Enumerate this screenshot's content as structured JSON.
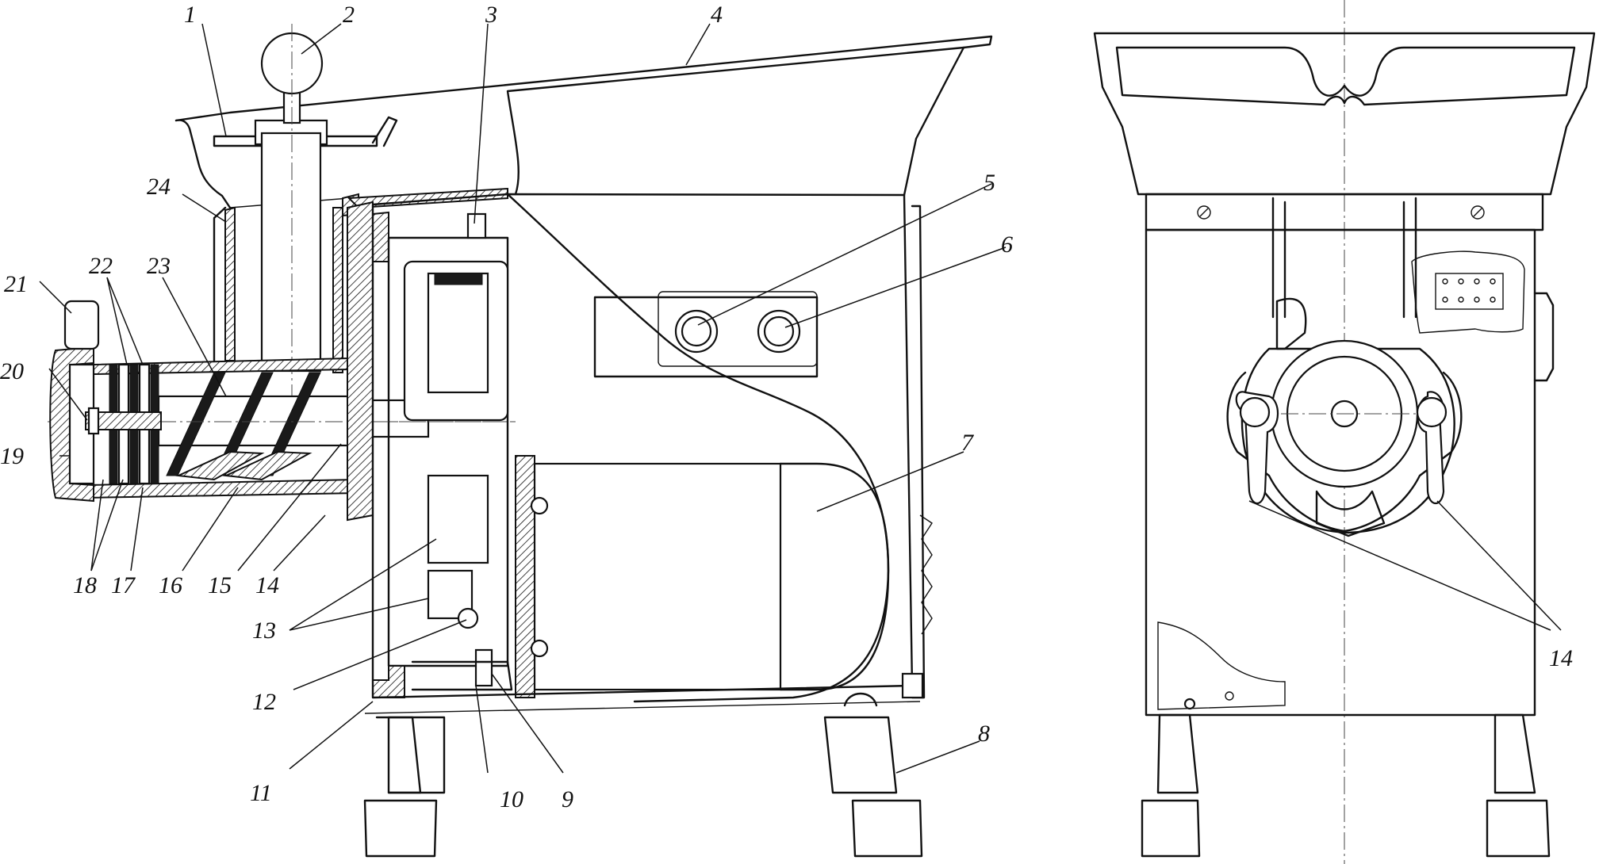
{
  "callouts": {
    "c1": "1",
    "c2": "2",
    "c3": "3",
    "c4": "4",
    "c5": "5",
    "c6": "6",
    "c7": "7",
    "c8": "8",
    "c9": "9",
    "c10": "10",
    "c11": "11",
    "c12": "12",
    "c13": "13",
    "c14a": "14",
    "c14b": "14",
    "c15": "15",
    "c16": "16",
    "c17": "17",
    "c18": "18",
    "c19": "19",
    "c20": "20",
    "c21": "21",
    "c22": "22",
    "c23": "23",
    "c24": "24"
  }
}
